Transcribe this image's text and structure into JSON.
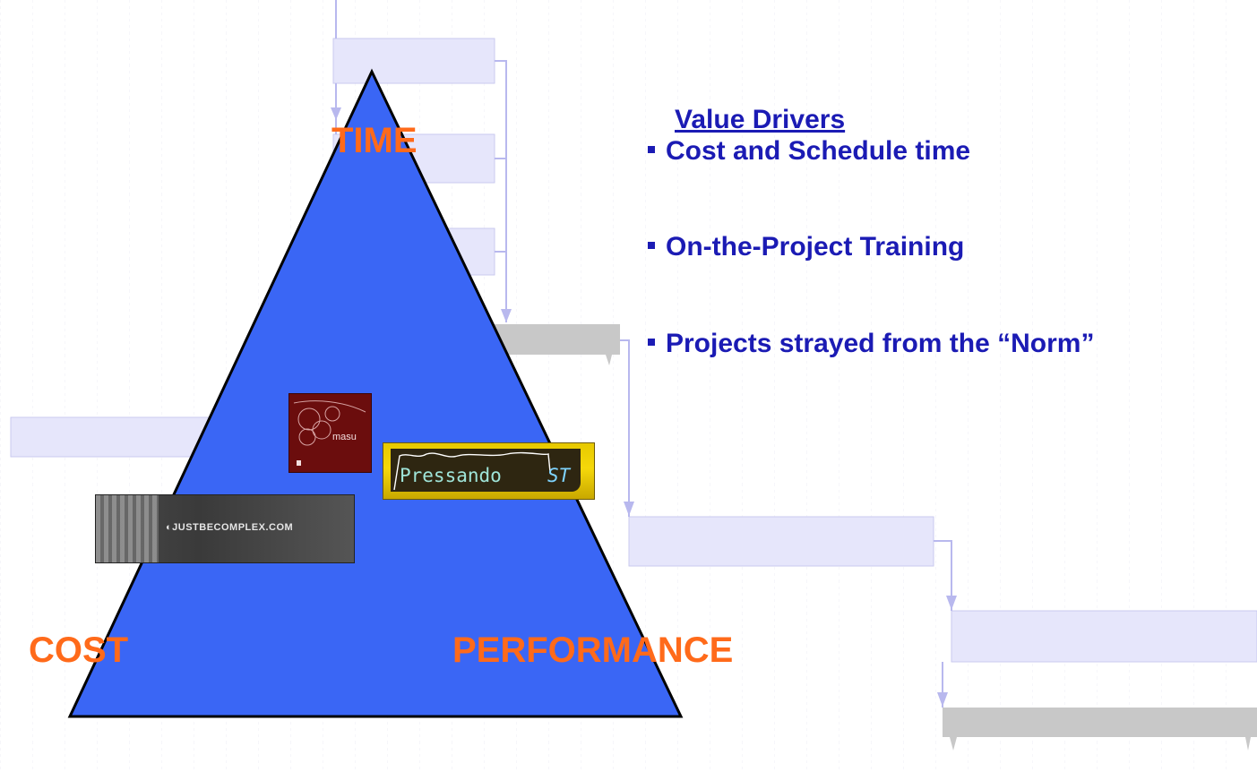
{
  "triangle": {
    "fill": "#3a66f5",
    "stroke": "#000000",
    "vertices": {
      "top": "TIME",
      "bottom_left": "COST",
      "bottom_right": "PERFORMANCE"
    },
    "label_color": "#ff6a1a"
  },
  "value_drivers": {
    "heading": "Value Drivers",
    "color": "#1b1bb4",
    "bullets": [
      "Cost and Schedule time",
      "On-the-Project Training",
      "Projects strayed from the “Norm”"
    ]
  },
  "logos": {
    "masu": "masu",
    "pressando": "Pressando",
    "pressando_suffix": "ST",
    "justbecomplex": "JUSTBECOMPLEX.COM"
  },
  "background": {
    "description_colors": {
      "task_bar": "#e6e6fb",
      "summary_bar": "#c8c8c8",
      "arrow": "#b8b8ee"
    }
  }
}
